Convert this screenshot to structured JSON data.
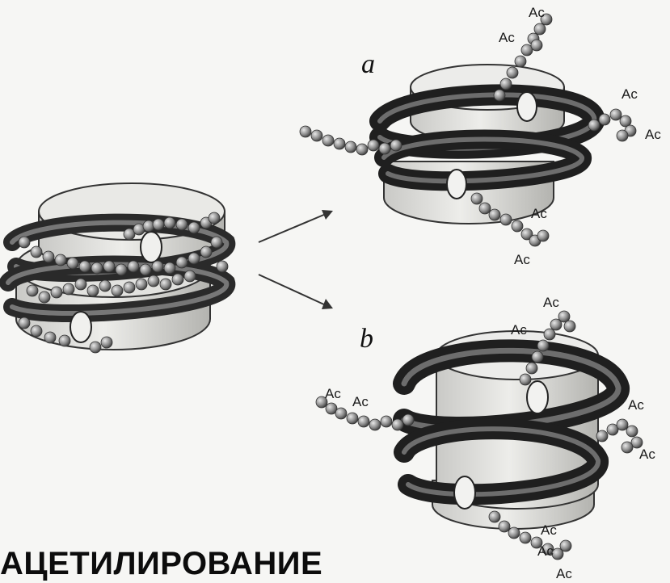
{
  "labels": {
    "panel_a": "a",
    "panel_b": "b",
    "acetyl": "Ac"
  },
  "caption": "АЦЕТИЛИРОВАНИЕ",
  "colors": {
    "background": "#f6f6f4",
    "histone_core": "#dcdcd8",
    "dna_strand": "#2a2a2a",
    "tail_beads": "#8a8a8a"
  }
}
